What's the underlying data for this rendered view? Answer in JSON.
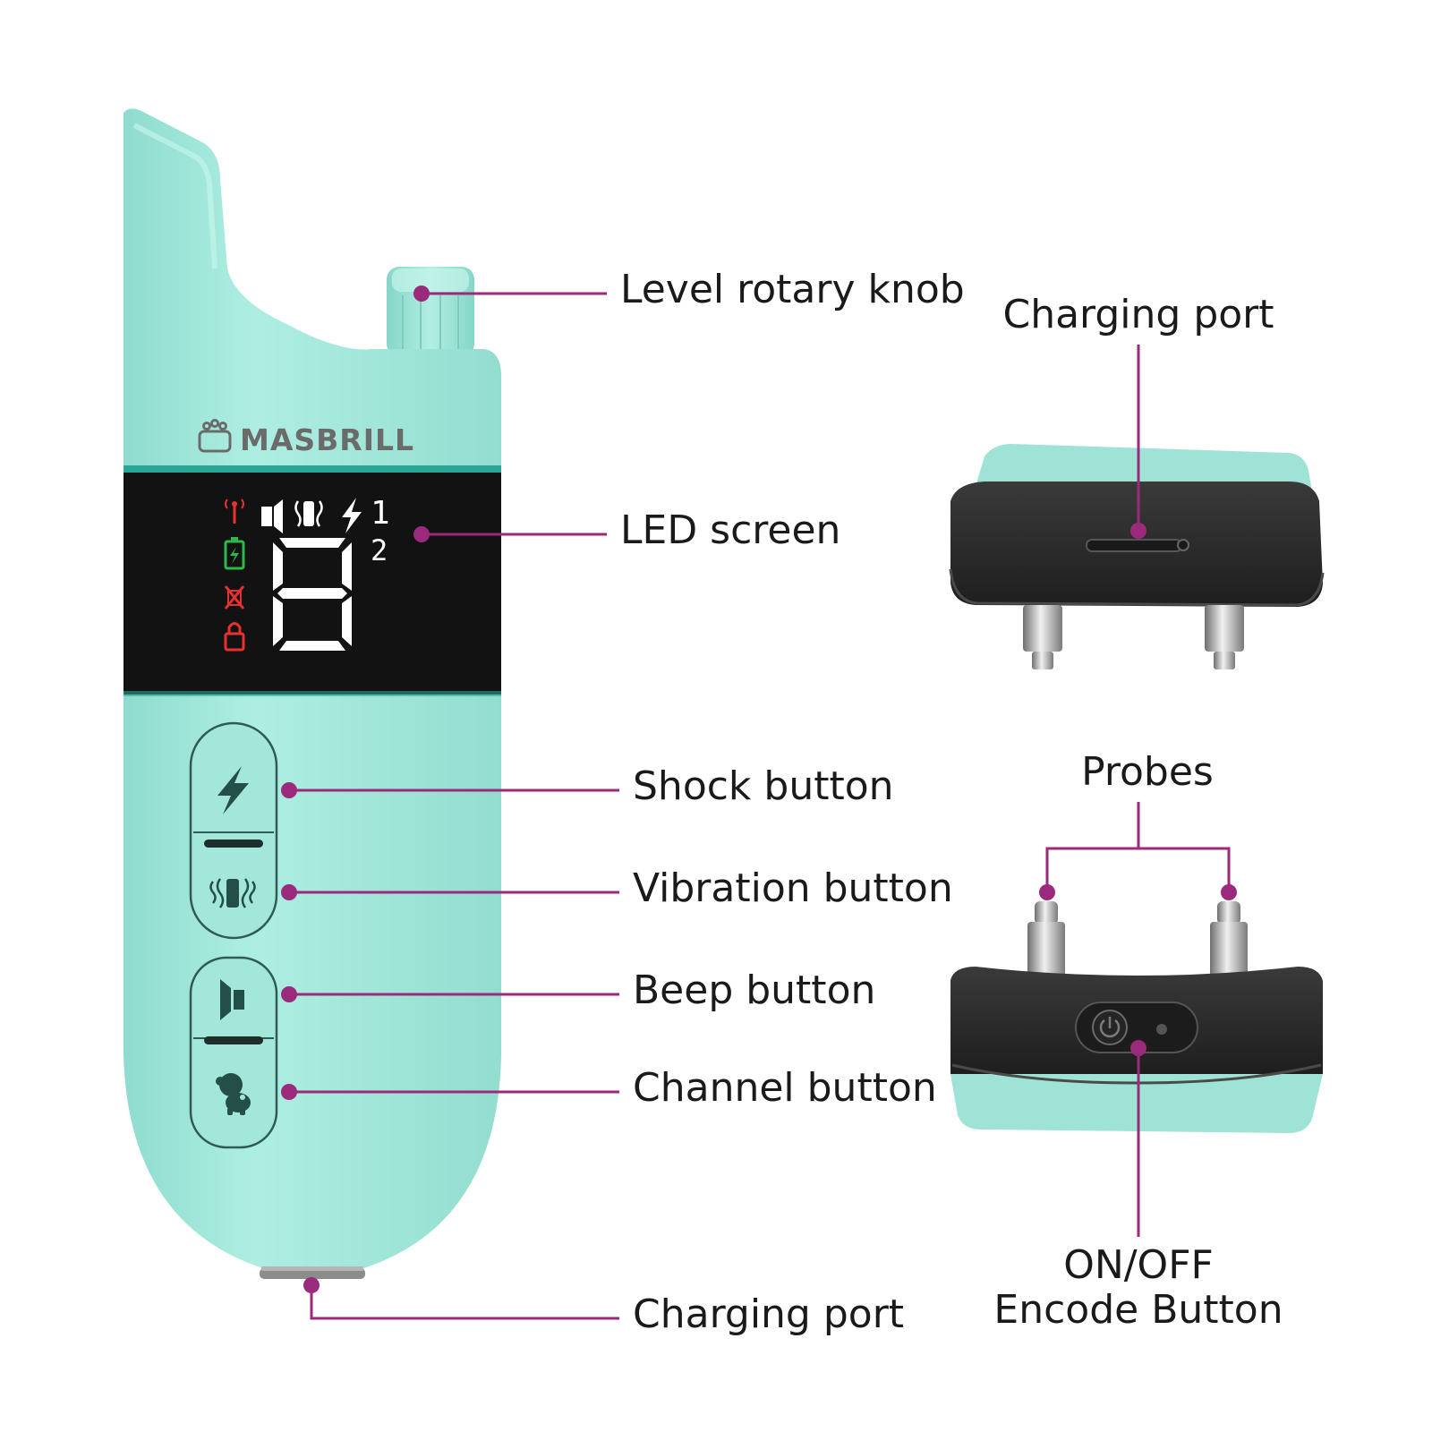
{
  "brand": {
    "name": "MASBRILL"
  },
  "screen": {
    "digit": "8",
    "channel_1": "1",
    "channel_2": "2"
  },
  "labels": {
    "level_knob": "Level rotary knob",
    "led_screen": "LED screen",
    "shock_button": "Shock button",
    "vibration_button": "Vibration button",
    "beep_button": "Beep button",
    "channel_button": "Channel button",
    "charging_port_remote": "Charging port",
    "charging_port_collar": "Charging port",
    "probes": "Probes",
    "on_off_line1": "ON/OFF",
    "on_off_line2": "Encode Button"
  },
  "colors": {
    "device_body": "#a6e8dc",
    "screen_bg": "#121212",
    "callout": "#9c2a7c",
    "collar_black": "#2a2a2a",
    "led_red": "#e8312f",
    "led_green": "#2fb84a"
  }
}
